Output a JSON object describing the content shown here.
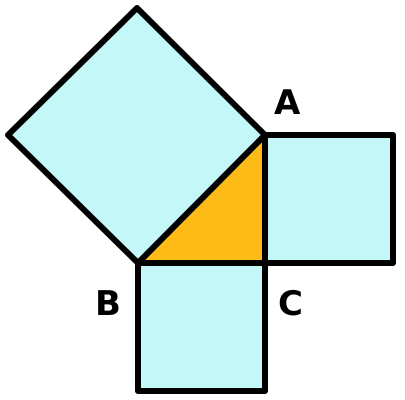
{
  "labels": {
    "a": "A",
    "b": "B",
    "c": "C"
  },
  "colors": {
    "square_fill": "#c4f7f7",
    "triangle_fill": "#fdbb18",
    "stroke": "#000000"
  }
}
